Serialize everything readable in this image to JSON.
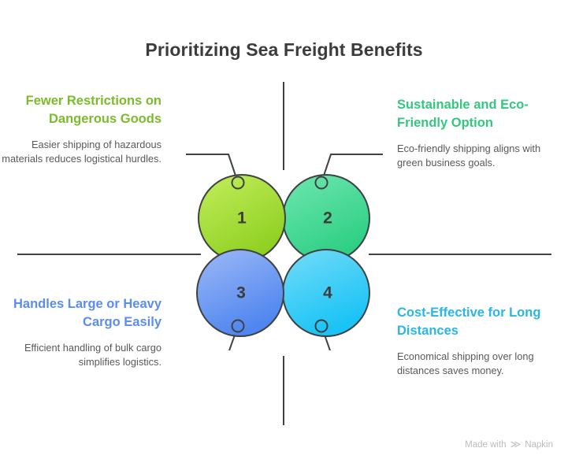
{
  "page": {
    "title": "Prioritizing Sea Freight Benefits",
    "background_color": "#ffffff",
    "title_color": "#3c3c3c",
    "divider_color": "#3f4244",
    "body_text_color": "#58595b"
  },
  "quadrants": [
    {
      "number": "1",
      "heading": "Fewer Restrictions on Dangerous Goods",
      "body": "Easier shipping of hazardous materials reduces logistical hurdles.",
      "color": "#8FD021",
      "heading_color": "#7cbb2b",
      "position": "top-left"
    },
    {
      "number": "2",
      "heading": "Sustainable and Eco-Friendly Option",
      "body": "Eco-friendly shipping aligns with green business goals.",
      "color": "#3DD68C",
      "heading_color": "#34c77f",
      "position": "top-right"
    },
    {
      "number": "3",
      "heading": "Handles Large or Heavy Cargo Easily",
      "body": "Efficient handling of bulk cargo simplifies logistics.",
      "color": "#5B8DEF",
      "heading_color": "#5b8def",
      "position": "bottom-left"
    },
    {
      "number": "4",
      "heading": "Cost-Effective for Long Distances",
      "body": "Economical shipping over long distances saves money.",
      "color": "#2BC4F2",
      "heading_color": "#29b6e8",
      "position": "bottom-right"
    }
  ],
  "watermark": {
    "prefix": "Made with",
    "brand": "Napkin",
    "logo_glyph": "≫",
    "color": "#b9bcc0"
  }
}
